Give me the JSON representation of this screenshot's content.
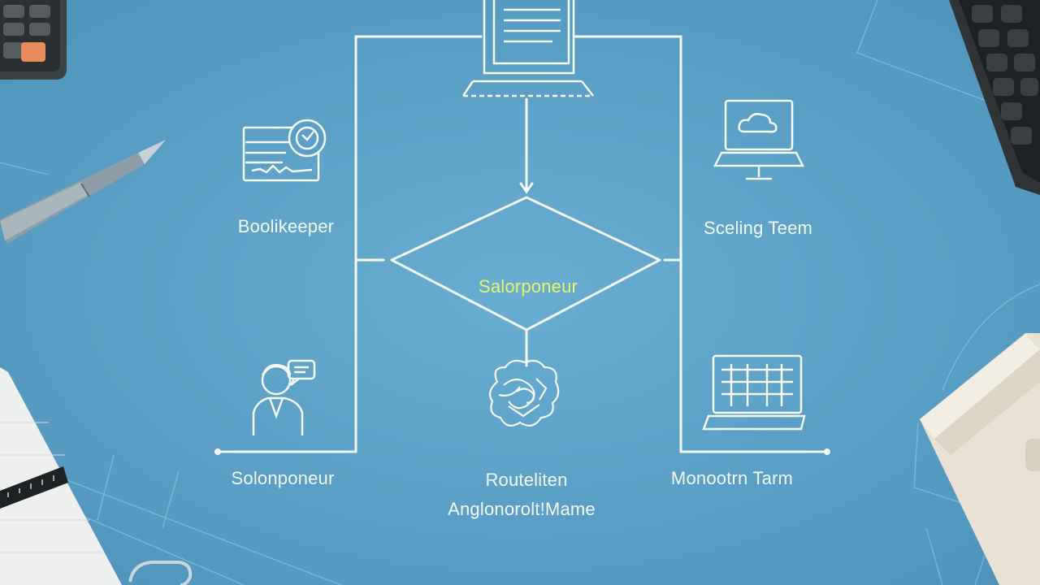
{
  "colors": {
    "background": "#5b9fc6",
    "line": "#f4f8fb",
    "center_label": "#e8f56a"
  },
  "diagram": {
    "center": {
      "label": "Salorponeur"
    },
    "top_left": {
      "label": "Boolikeeper",
      "icon": "invoice-card-icon"
    },
    "top_right": {
      "label": "Sceling Teem",
      "icon": "laptop-cloud-icon"
    },
    "bottom_left": {
      "label": "Solonponeur",
      "icon": "person-chat-icon"
    },
    "bottom_center": {
      "label_line1": "Routeliten",
      "label_line2": "Anglonorolt!Mame",
      "icon": "tangled-brain-icon"
    },
    "bottom_right": {
      "label": "Monootrn Tarm",
      "icon": "laptop-spreadsheet-icon"
    },
    "top_node": {
      "icon": "document-computer-icon"
    }
  },
  "desk_props": [
    "calculator",
    "pen",
    "keyboard",
    "notebook",
    "book",
    "paper-clip"
  ]
}
